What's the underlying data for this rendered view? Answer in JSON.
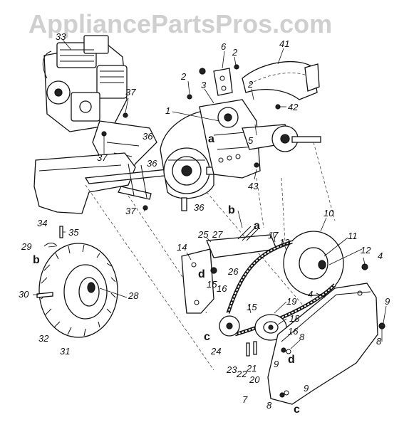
{
  "watermark": "AppliancePartsPros.com",
  "callouts": {
    "c1": "1",
    "c2a": "2",
    "c2b": "2",
    "c2c": "2",
    "c3": "3",
    "c4a": "4",
    "c4b": "4",
    "c5": "5",
    "c6": "6",
    "c7": "7",
    "c8a": "8",
    "c8b": "8",
    "c8c": "8",
    "c9a": "9",
    "c9b": "9",
    "c9c": "9",
    "c10": "10",
    "c11": "11",
    "c12": "12",
    "c13": "13",
    "c14": "14",
    "c15a": "15",
    "c15b": "15",
    "c16a": "16",
    "c16b": "16",
    "c17": "17",
    "c18": "18",
    "c19": "19",
    "c20": "20",
    "c21": "21",
    "c22": "22",
    "c23": "23",
    "c24": "24",
    "c25": "25",
    "c26": "26",
    "c27": "27",
    "c28": "28",
    "c29": "29",
    "c30": "30",
    "c31": "31",
    "c32": "32",
    "c33": "33",
    "c34": "34",
    "c35": "35",
    "c36a": "36",
    "c36b": "36",
    "c36c": "36",
    "c37a": "37",
    "c37b": "37",
    "c37c": "37",
    "c41": "41",
    "c42": "42",
    "c43": "43"
  },
  "letters": {
    "a1": "a",
    "a2": "a",
    "b1": "b",
    "b2": "b",
    "c1": "c",
    "c2": "c",
    "d1": "d",
    "d2": "d"
  }
}
